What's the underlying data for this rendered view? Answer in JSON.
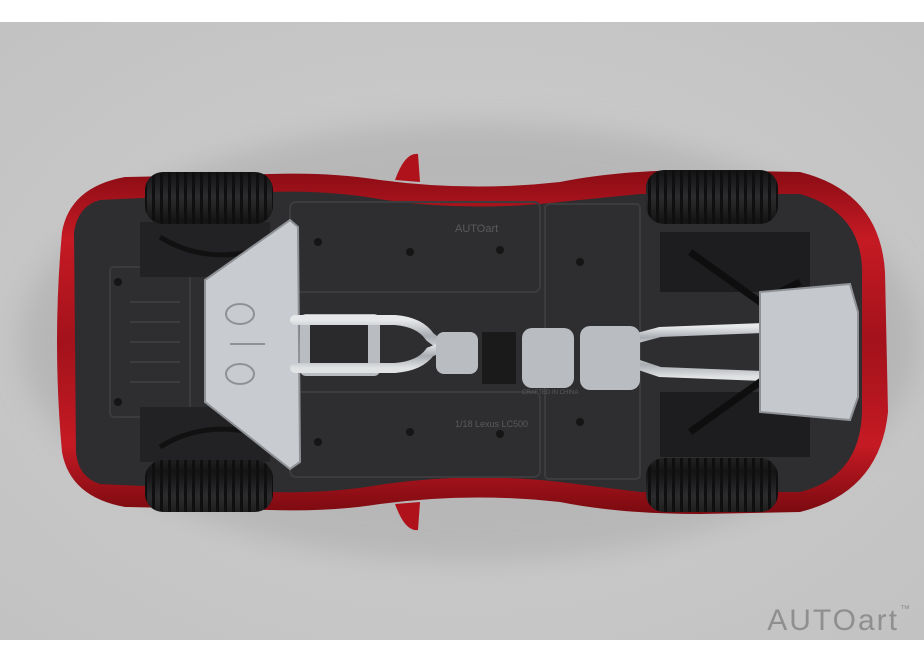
{
  "watermark": {
    "text": "AUTOart",
    "symbol": "™"
  },
  "chassis": {
    "logo": "AUTOart",
    "model": "1/18 Lexus LC500",
    "note": "CRAFTED IN CHINA"
  },
  "colors": {
    "background": "#c9c9c9",
    "body_red": "#b0121c",
    "floorpan": "#2e2e30",
    "exhaust": "#b9bcc0",
    "tire": "#1e1e1f"
  }
}
